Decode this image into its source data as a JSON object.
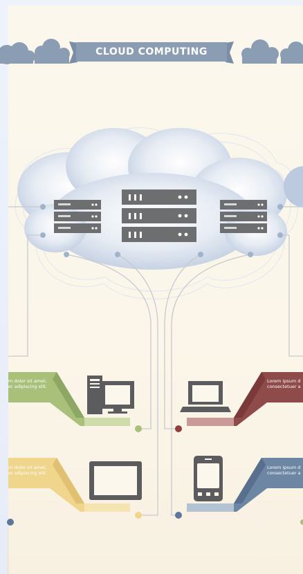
{
  "title": "CLOUD COMPUTING",
  "labels": {
    "top_left_line1": "m dolor sit amet,",
    "top_left_line2": "er adipiscing elit.",
    "bottom_left_line1": "m dolor sit amet,",
    "bottom_left_line2": "er adipiscing elit.",
    "top_right_line1": "Lorem ipsum d",
    "top_right_line2": "consectetuer a",
    "bottom_right_line1": "Lorem ipsum d",
    "bottom_right_line2": "consectetuer a"
  },
  "colors": {
    "banner": "#8a9db3",
    "cloud": "#bfcbe0",
    "server": "#6d6e70",
    "line": "#c8cad0",
    "green": "#a9c07a",
    "yellow": "#efd68c",
    "red": "#8f4a4a",
    "blue": "#6c86a3"
  },
  "icons": [
    "cloud-icon",
    "server-icon",
    "desktop-computer-icon",
    "laptop-icon",
    "tablet-icon",
    "smartphone-icon"
  ]
}
